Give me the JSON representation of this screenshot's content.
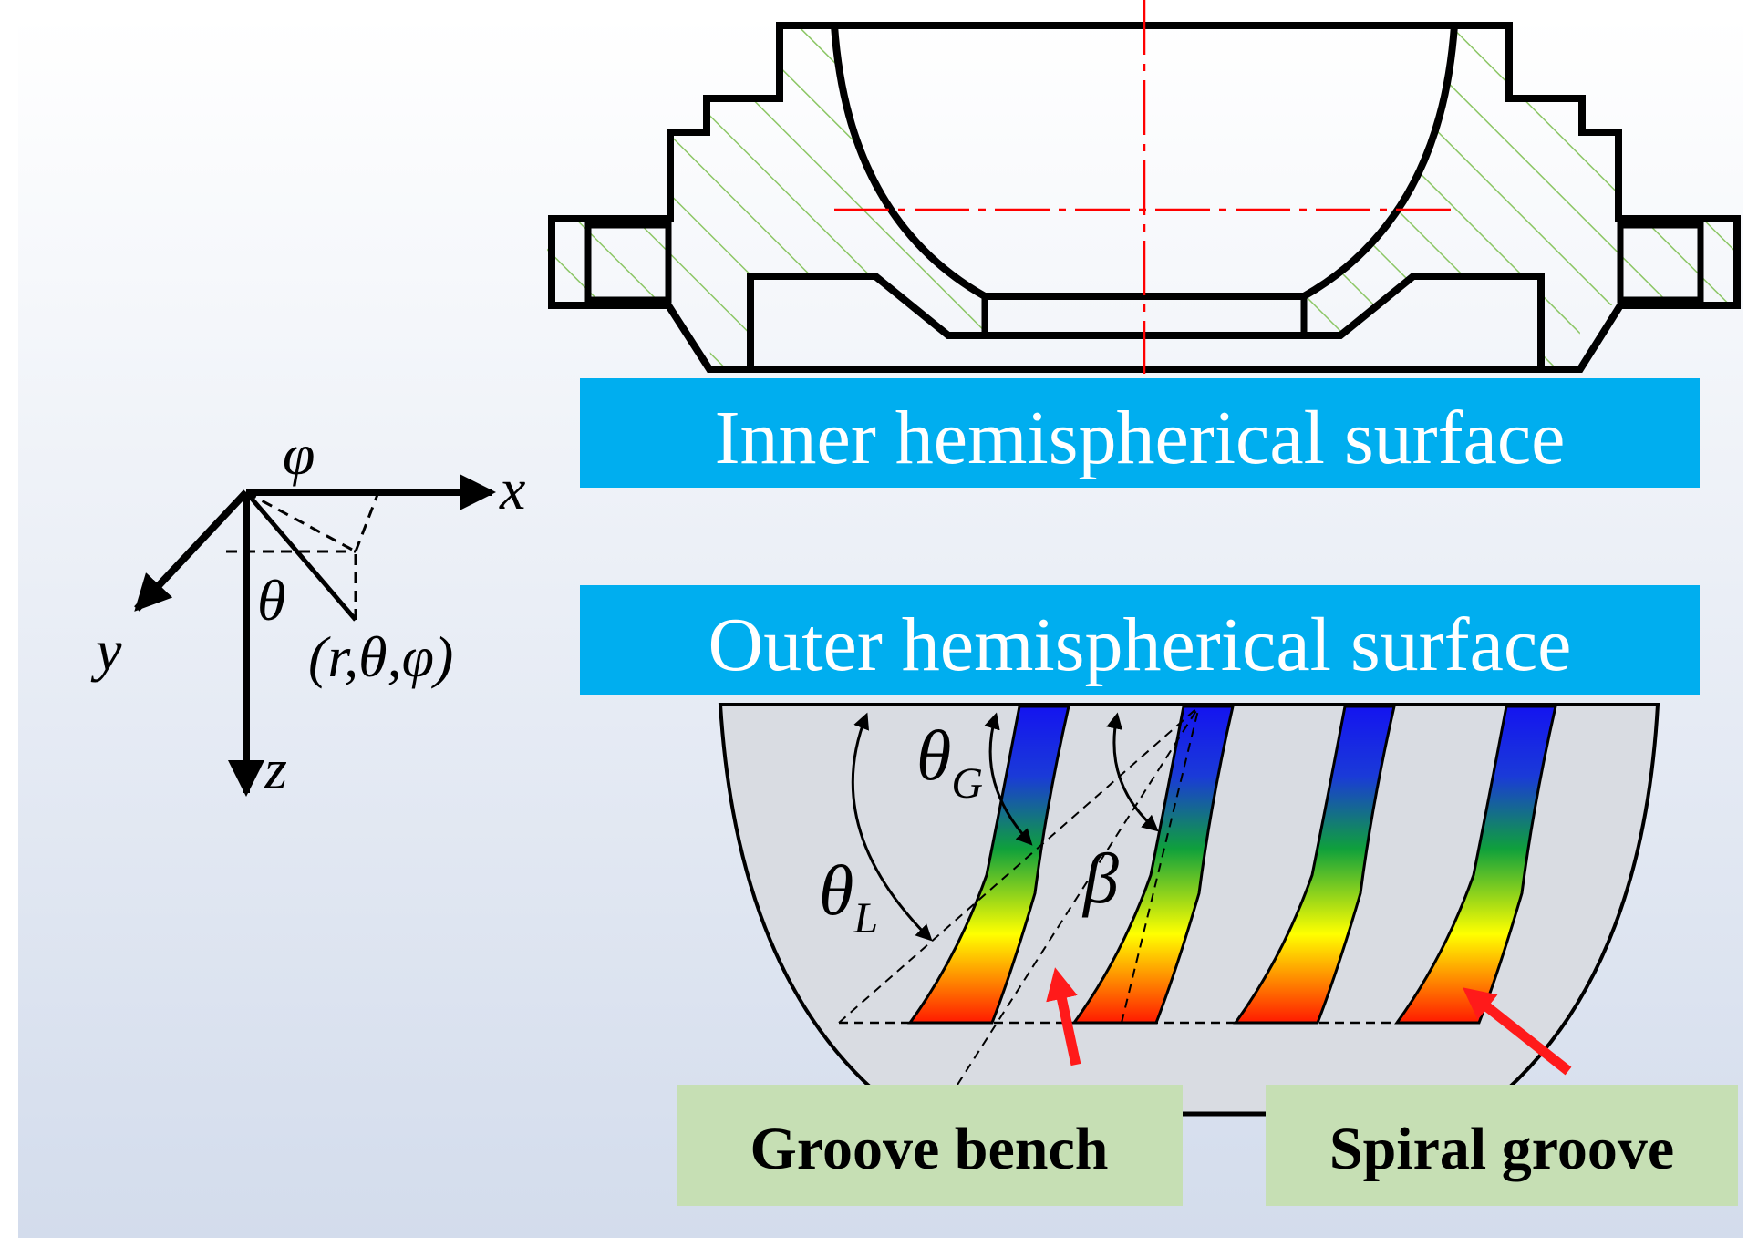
{
  "labels": {
    "inner_surface": "Inner hemispherical surface",
    "outer_surface": "Outer hemispherical surface",
    "groove_bench": "Groove bench",
    "spiral_groove": "Spiral groove"
  },
  "coordinate_system": {
    "x_axis": "x",
    "y_axis": "y",
    "z_axis": "z",
    "theta": "θ",
    "phi": "φ",
    "point": "(r,θ,φ)"
  },
  "angles": {
    "theta_g": {
      "symbol": "θ",
      "subscript": "G"
    },
    "theta_l": {
      "symbol": "θ",
      "subscript": "L"
    },
    "beta": "β"
  },
  "colors": {
    "label_blue": "#00aeef",
    "label_green": "#c6dfb4",
    "hatch_green": "#8cc665",
    "centerline_red": "#ff0000",
    "arrow_red": "#ff1a1a",
    "groove_top": "#1414f0",
    "groove_mid": "#0fa03c",
    "groove_yellow": "#ffff00",
    "groove_bottom": "#ff1a00"
  }
}
